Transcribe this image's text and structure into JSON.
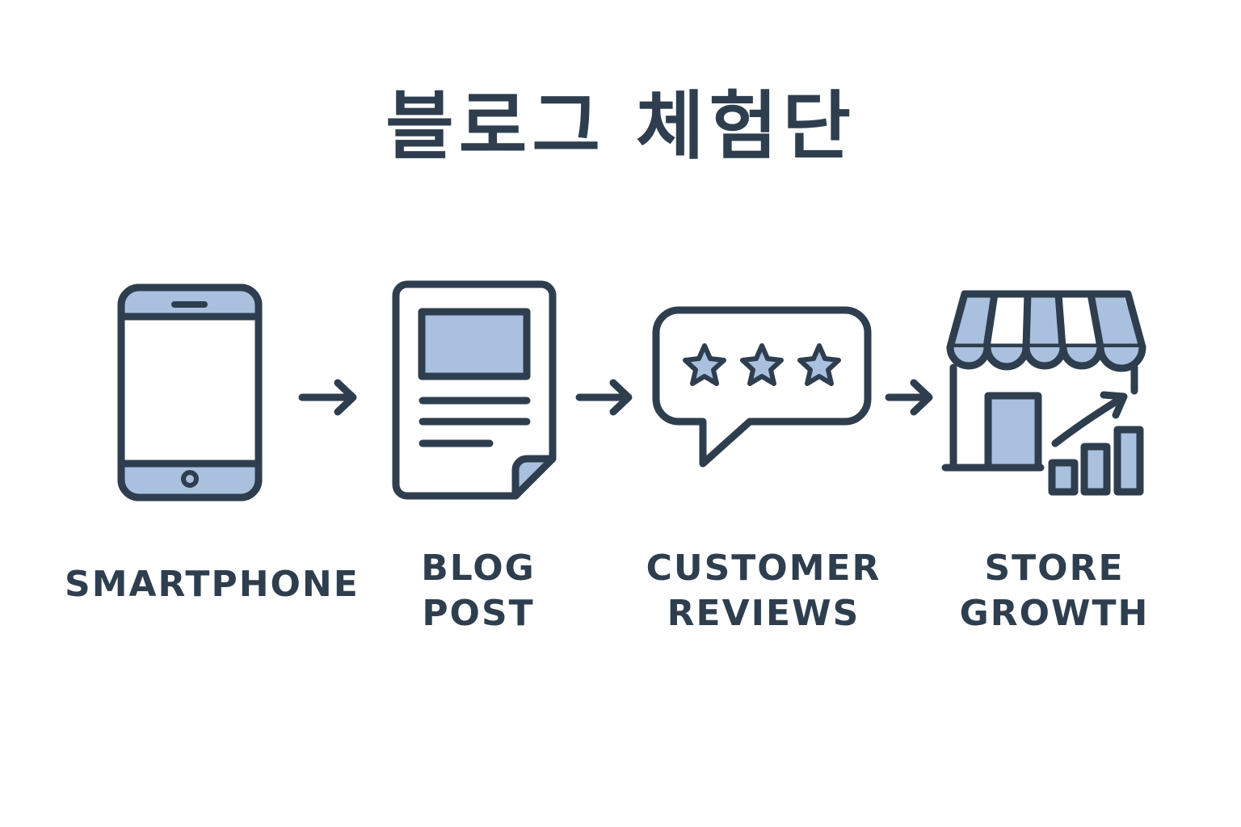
{
  "title": "블로그 체험단",
  "colors": {
    "stroke": "#2e3e4e",
    "fill_accent": "#a9c0df",
    "fill_light": "#f0f2f4",
    "background": "#ffffff"
  },
  "steps": [
    {
      "icon": "smartphone-icon",
      "label_lines": [
        "SMARTPHONE"
      ]
    },
    {
      "icon": "blog-post-icon",
      "label_lines": [
        "BLOG",
        "POST"
      ]
    },
    {
      "icon": "review-bubble-icon",
      "label_lines": [
        "CUSTOMER",
        "REVIEWS"
      ],
      "stars": 3
    },
    {
      "icon": "store-growth-icon",
      "label_lines": [
        "STORE",
        "GROWTH"
      ]
    }
  ]
}
